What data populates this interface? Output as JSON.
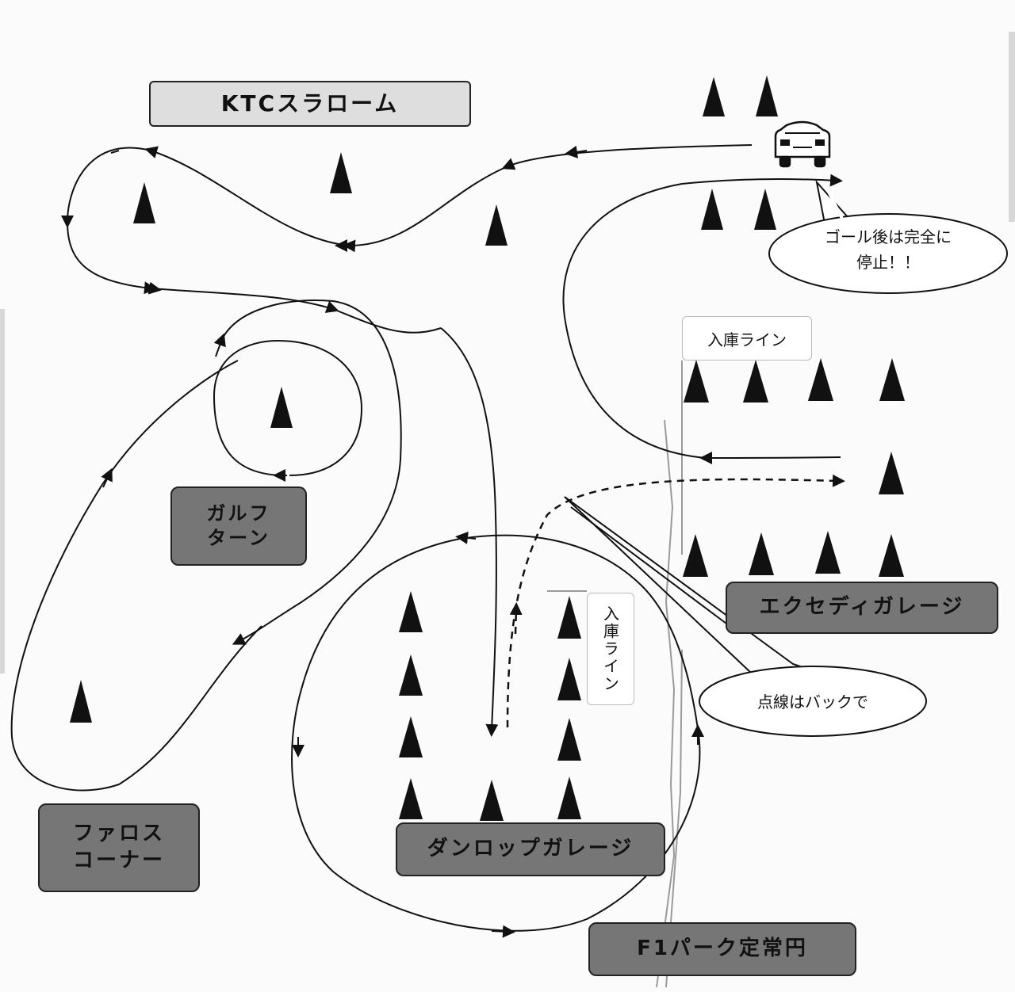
{
  "labels": {
    "ktc_slalom": "KTCスラローム",
    "gulf_turn": "ガルフ\nターン",
    "pharos_corner": "ファロス\nコーナー",
    "dunlop_garage": "ダンロップガレージ",
    "exedy_garage": "エクセディガレージ",
    "f1_park": "F1パーク定常円"
  },
  "notes": {
    "entry_line_top": "入庫ライン",
    "entry_line_vertical": "入庫ライン"
  },
  "callouts": {
    "goal_stop": "ゴール後は完全に\n停止！！",
    "dashed_back": "点線はバックで"
  },
  "colors": {
    "line": "#111111",
    "cone": "#111111",
    "dark_label_bg": "#767676",
    "light_label_bg": "#dedede"
  },
  "icons": [
    "cone-icon",
    "car-icon",
    "arrowhead-icon"
  ]
}
